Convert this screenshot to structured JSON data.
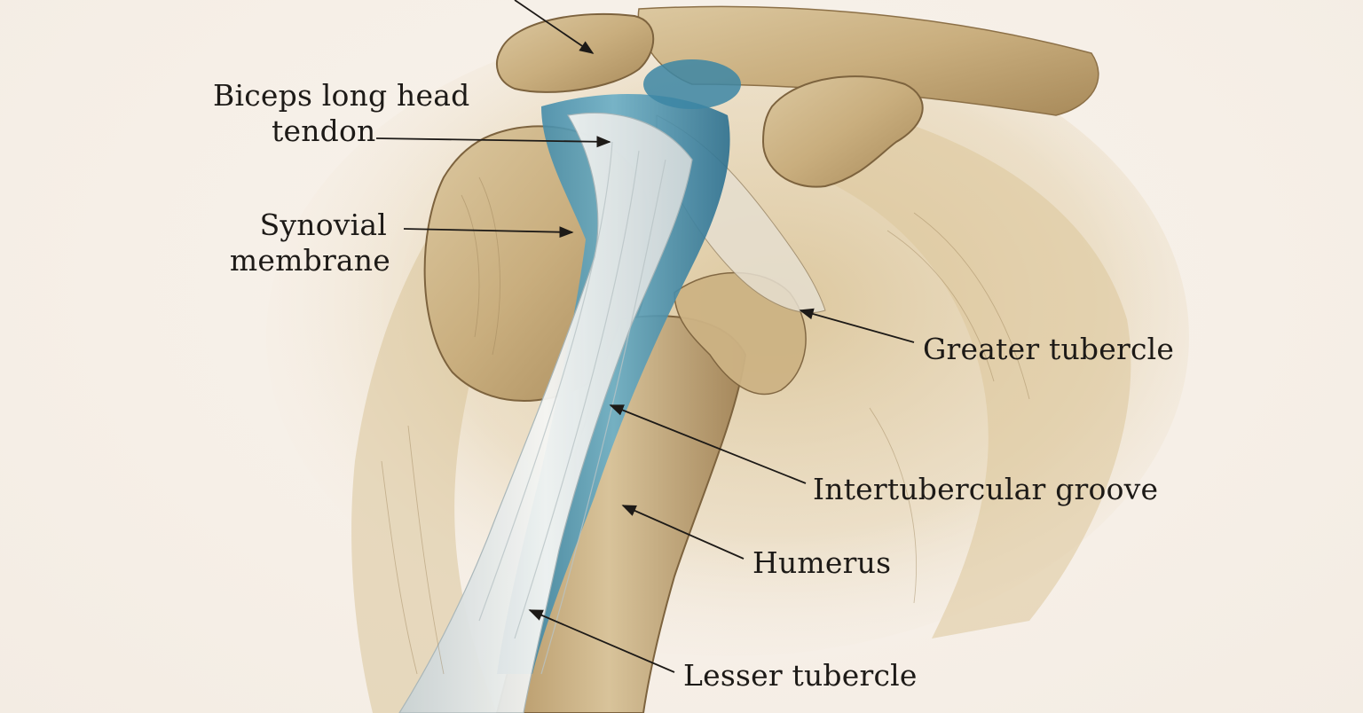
{
  "labels": {
    "biceps": {
      "line1": "Biceps long head",
      "line2": "tendon"
    },
    "synovial": {
      "line1": "Synovial",
      "line2": "membrane"
    },
    "greater_tubercle": "Greater tubercle",
    "intertubercular_groove": "Intertubercular groove",
    "humerus": "Humerus",
    "lesser_tubercle": "Lesser tubercle"
  },
  "colors": {
    "bone": "#cdb78c",
    "bone_dark": "#a88a5a",
    "tendon": "#e9ecec",
    "synovial_blue": "#3e8aa8",
    "ink": "#1d1a17",
    "paper": "#f7f1ea"
  }
}
